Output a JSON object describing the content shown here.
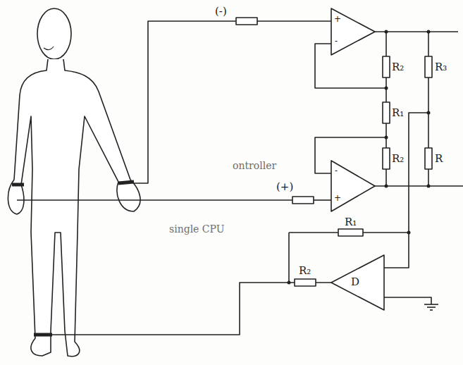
{
  "diagram": {
    "labels": [
      "(-)",
      "(+)",
      "R₂",
      "R₁",
      "R₂",
      "R₃",
      "R",
      "R₁",
      "R₂",
      "D",
      "ontroller",
      "single CPU",
      "+",
      "-",
      "-",
      "+"
    ]
  }
}
